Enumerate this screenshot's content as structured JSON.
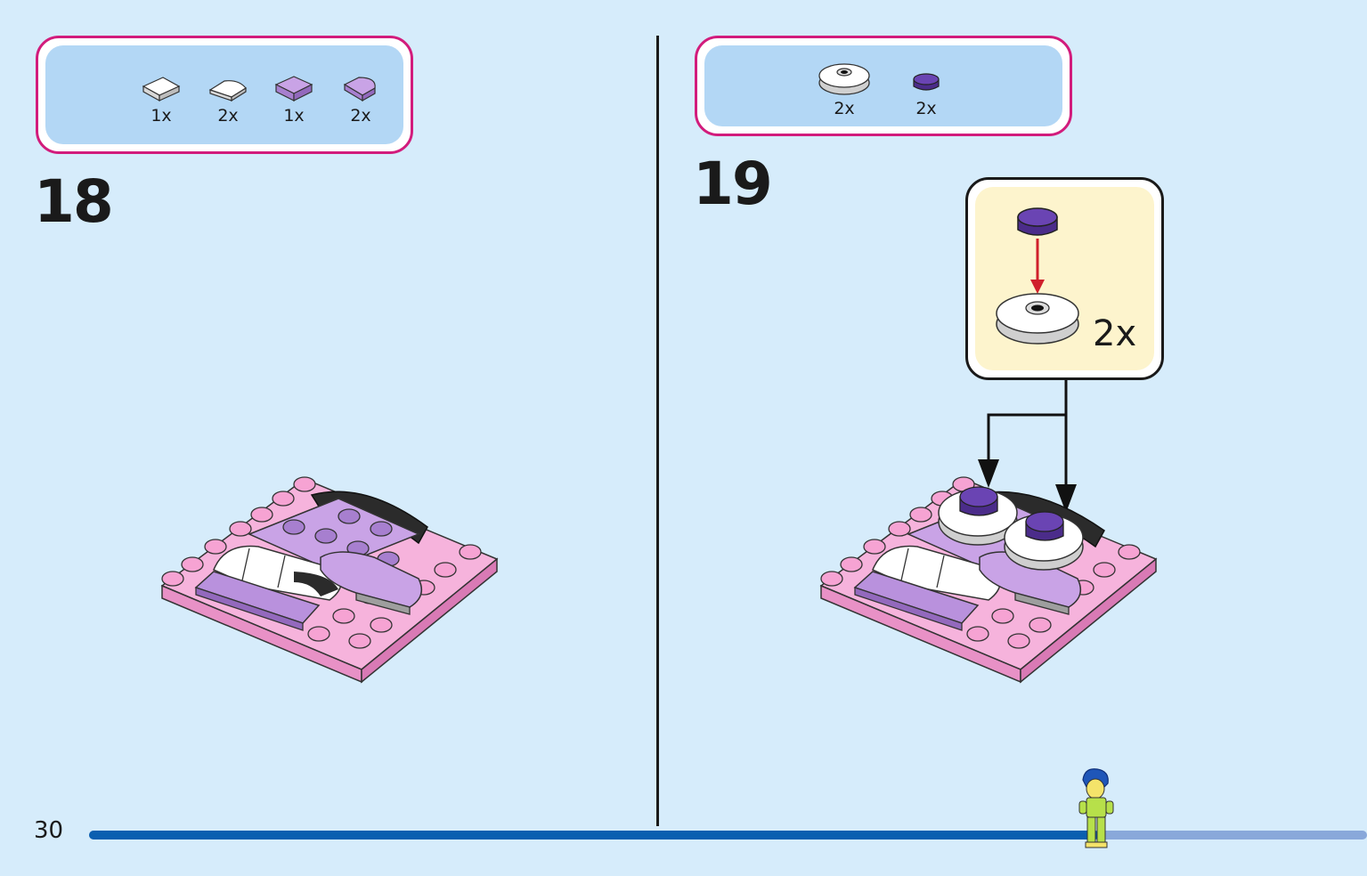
{
  "page_number": "30",
  "progress": 0.79,
  "steps": [
    {
      "number": "18",
      "parts": [
        {
          "icon": "white-tile-2x2-icon",
          "qty": "1x"
        },
        {
          "icon": "white-quarter-round-tile-icon",
          "qty": "2x"
        },
        {
          "icon": "lavender-tile-2x2-icon",
          "qty": "1x"
        },
        {
          "icon": "lavender-round-corner-tile-icon",
          "qty": "2x"
        }
      ]
    },
    {
      "number": "19",
      "parts": [
        {
          "icon": "white-round-tile-icon",
          "qty": "2x"
        },
        {
          "icon": "purple-round-plate-icon",
          "qty": "2x"
        }
      ],
      "callout_qty": "2x"
    }
  ],
  "colors": {
    "background": "#d6ecfb",
    "parts_border": "#d21c7c",
    "parts_fill": "#b3d7f5",
    "callout_fill": "#fdf4cd",
    "progress": "#0a5fb0",
    "progress_track": "#89a8da"
  }
}
